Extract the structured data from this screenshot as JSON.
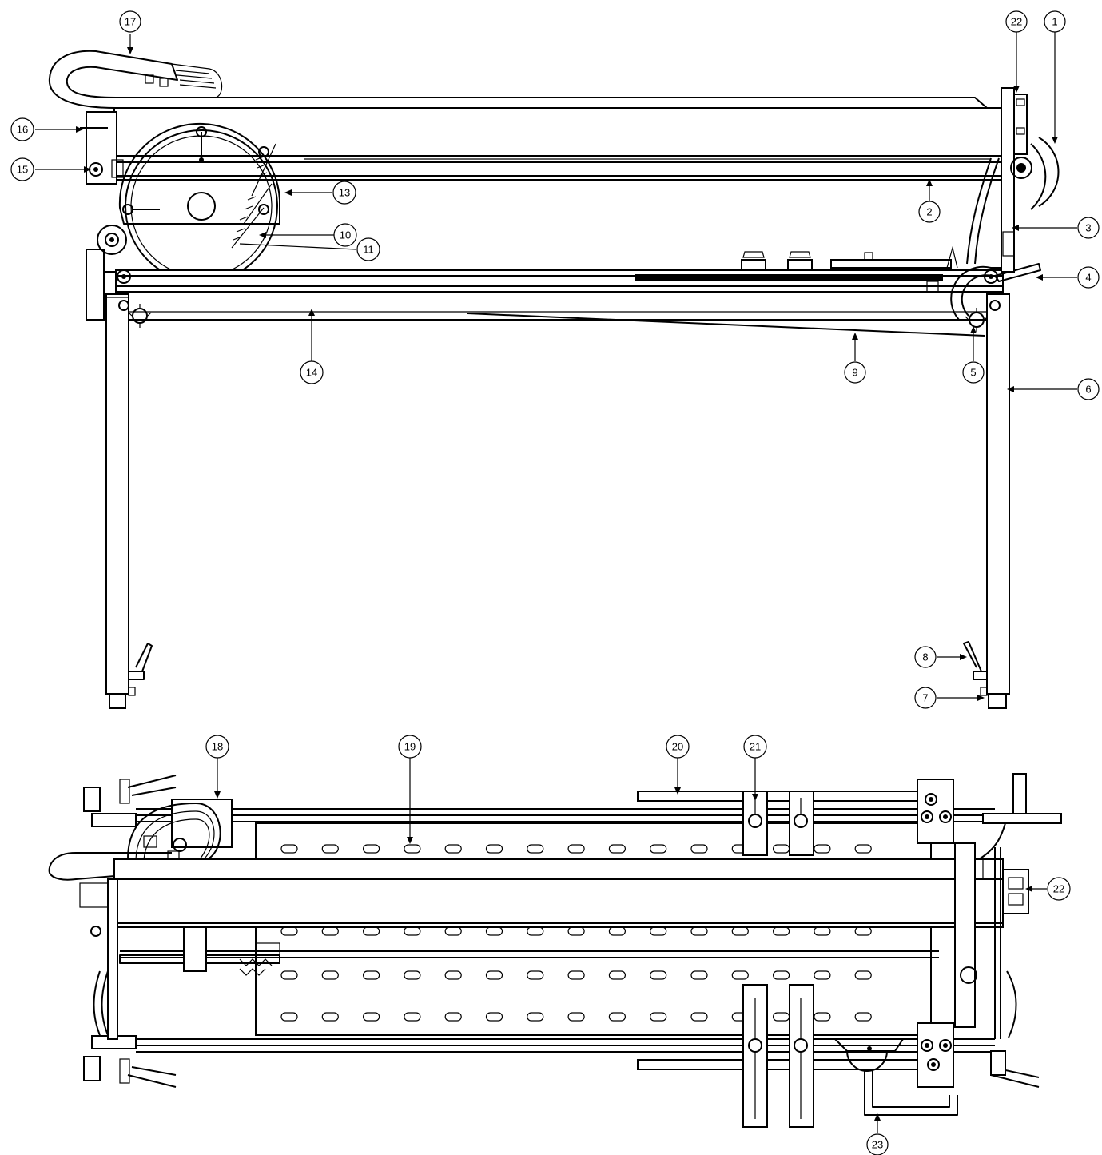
{
  "callouts": {
    "c1": "1",
    "c2": "2",
    "c3": "3",
    "c4": "4",
    "c5": "5",
    "c6": "6",
    "c7": "7",
    "c8": "8",
    "c9": "9",
    "c10": "10",
    "c11": "11",
    "c13": "13",
    "c14": "14",
    "c15": "15",
    "c16": "16",
    "c17": "17",
    "c18": "18",
    "c19": "19",
    "c20": "20",
    "c21": "21",
    "c22a": "22",
    "c22b": "22",
    "c23": "23"
  },
  "colors": {
    "line": "#000000",
    "background": "#ffffff"
  }
}
